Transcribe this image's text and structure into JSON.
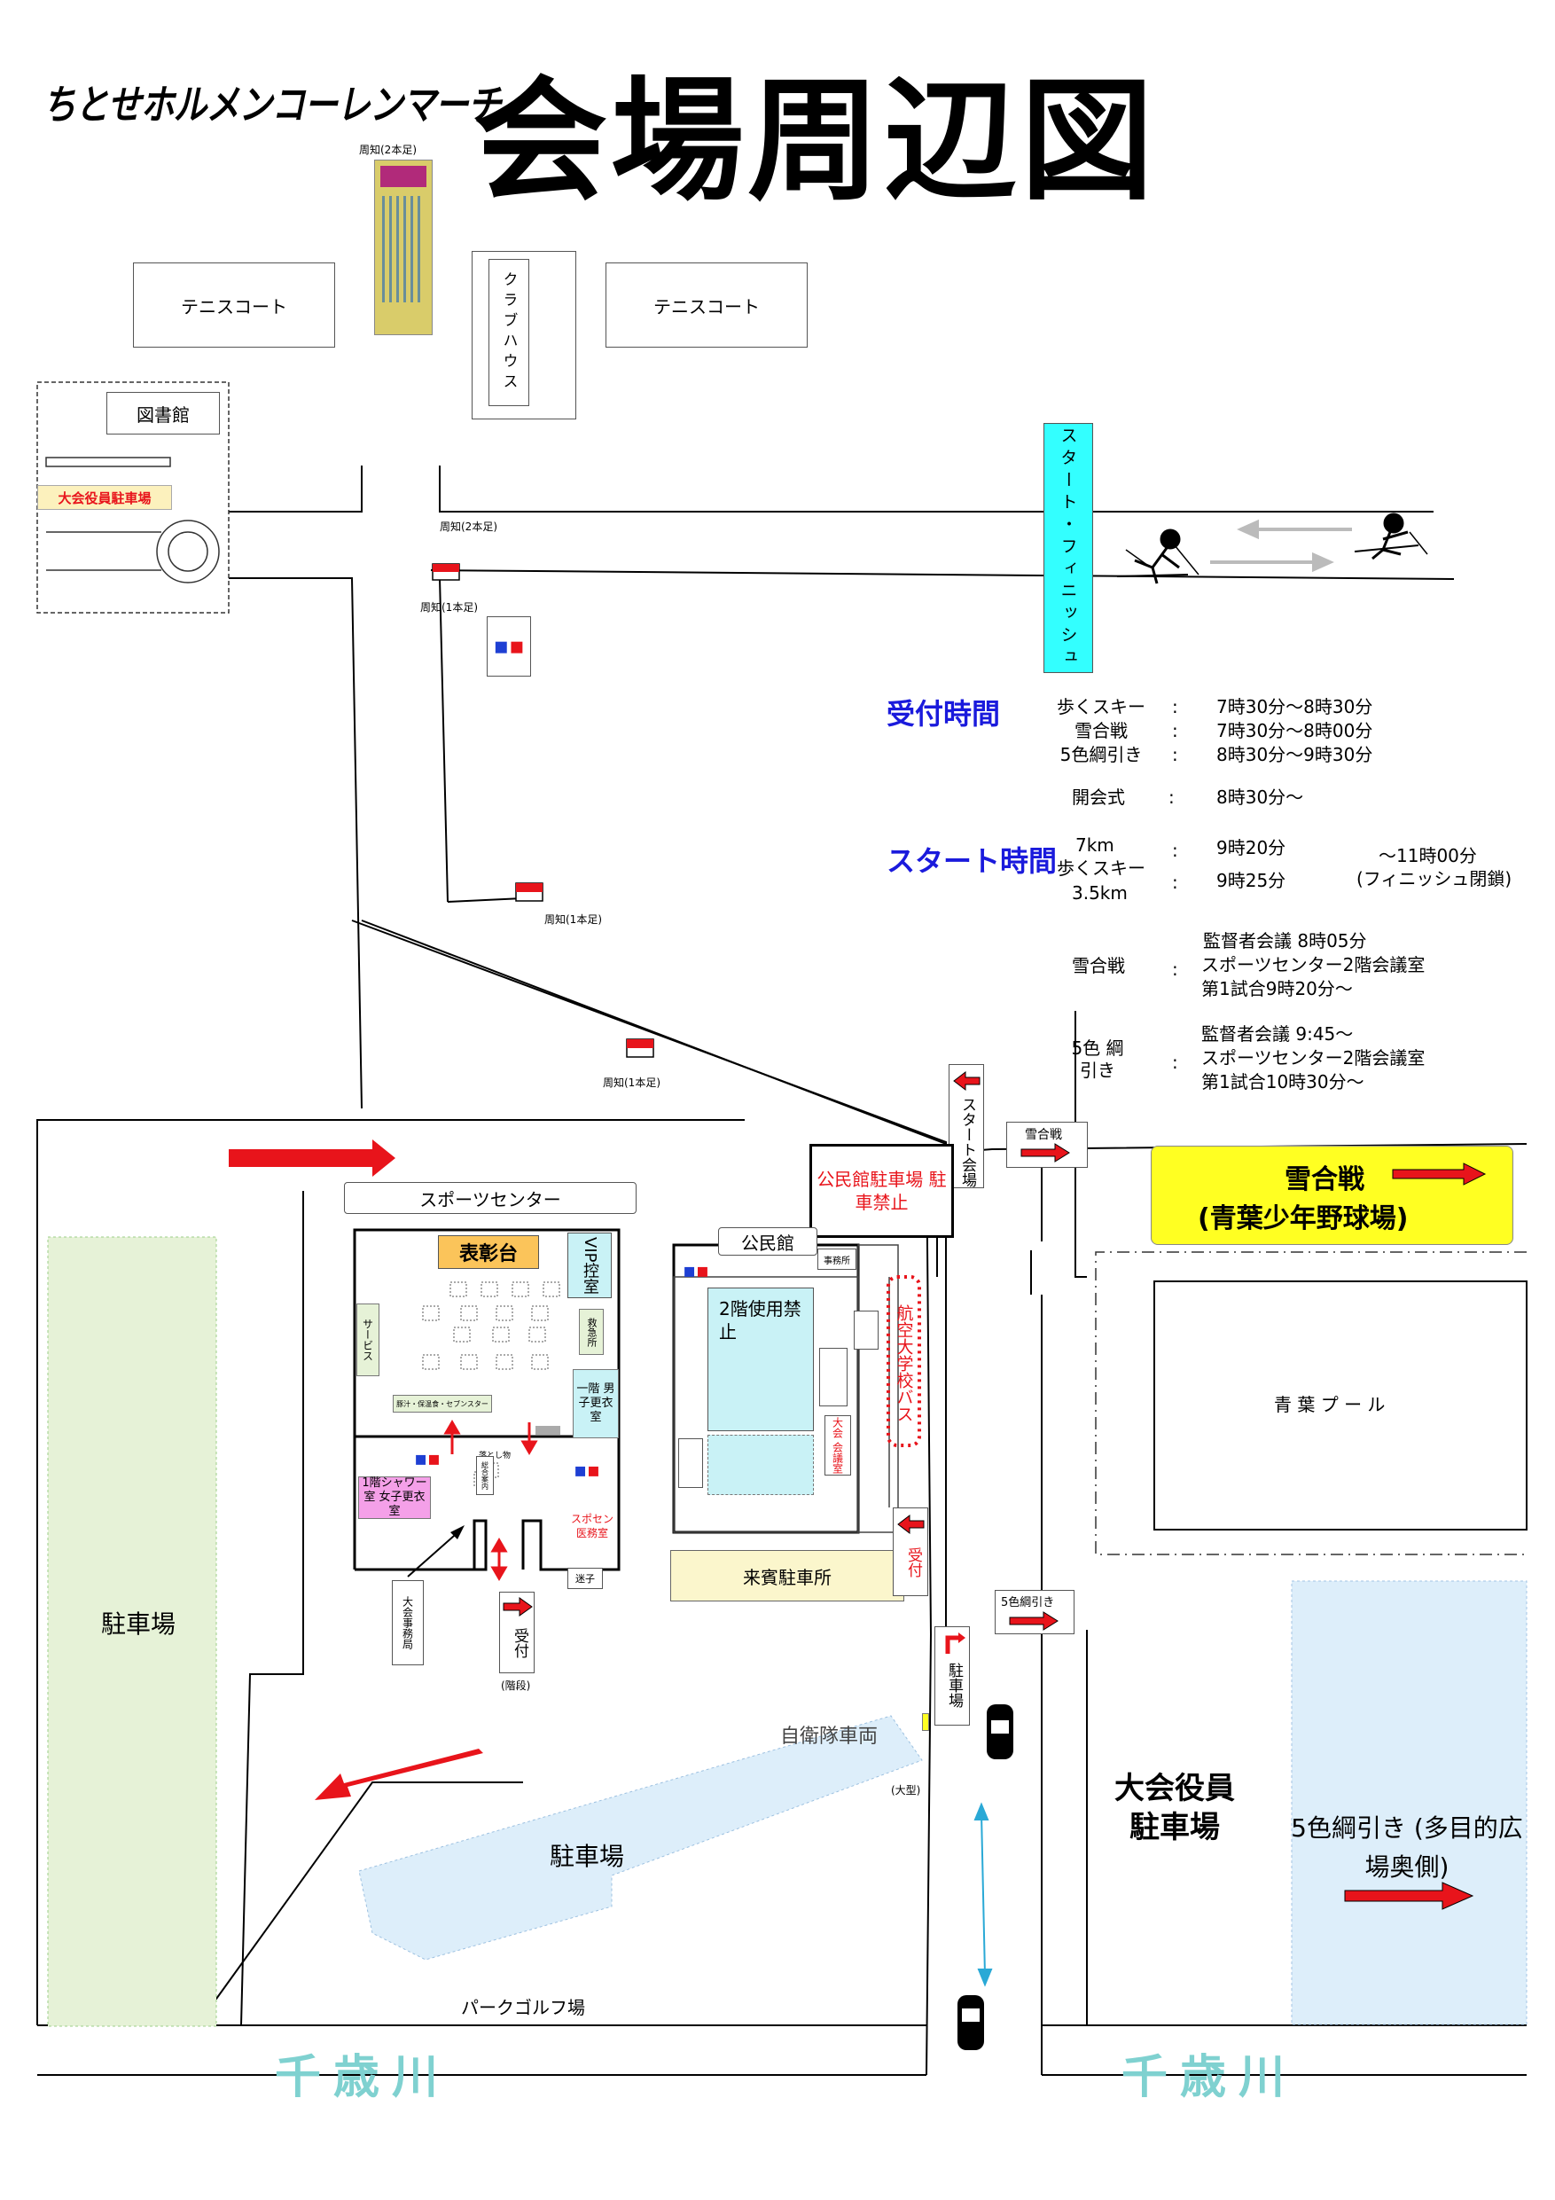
{
  "header": {
    "title": "会場周辺図",
    "subtitle": "ちとせホルメンコーレンマーチ"
  },
  "signs": {
    "notice_2": "周知(2本足)",
    "notice_1": "周知(1本足)"
  },
  "buildings": {
    "tennis_court": "テニスコート",
    "club_house": "クラブハウス",
    "library": "図書館",
    "officials_parking_small": "大会役員駐車場",
    "start_finish": "スタート・フィニッシュ",
    "sports_center": "スポーツセンター",
    "awards_stage": "表彰台",
    "vip_room": "VIP控室",
    "service": "サービス",
    "first_aid": "救急所",
    "food_corner": "豚汁・保温食・セブンスター",
    "men_locker": "一階 男子更衣室",
    "women_shower": "1階シャワー室 女子更衣室",
    "lost_found": "落とし物",
    "info": "総合案内",
    "sponsor_medical": "スポセン 医務室",
    "hq_office": "大会事務局",
    "reception": "受付",
    "stairs": "(階段)",
    "lost_child": "迷子",
    "community_hall": "公民館",
    "office": "事務所",
    "floor2_closed": "2階使用禁止",
    "conference": "大会 会議室",
    "hall_parking": "公民館駐車場 駐車禁止",
    "guest_parking": "来賓駐車所",
    "aviation_bus": "航空大学校バス",
    "start_venue": "スタート会場",
    "yukigassen_sign": "雪合戦",
    "tsunahiki_sign": "5色綱引き",
    "parking_sign": "駐車場",
    "pool": "青 葉 プ ー ル",
    "parking_left": "駐車場",
    "parking_bottom": "駐車場",
    "sdf_vehicle": "自衛隊車両",
    "large": "(大型)",
    "officials_parking": "大会役員 駐車場",
    "tsunahiki_area": "5色綱引き (多目的広場奥側)",
    "park_golf": "パークゴルフ場",
    "river": "千歳川"
  },
  "yukigassen_box": {
    "line1": "雪合戦",
    "line2": "(青葉少年野球場)"
  },
  "schedule": {
    "reception_heading": "受付時間",
    "start_heading": "スタート時間",
    "reception": [
      {
        "event": "歩くスキー",
        "time": "7時30分～8時30分"
      },
      {
        "event": "雪合戦",
        "time": "7時30分～8時00分"
      },
      {
        "event": "5色綱引き",
        "time": "8時30分～9時30分"
      }
    ],
    "opening": {
      "event": "開会式",
      "time": "8時30分～"
    },
    "start": [
      {
        "event": "7km",
        "time": "9時20分"
      },
      {
        "event": "3.5km",
        "time": "9時25分"
      }
    ],
    "walk_ski": "歩くスキー",
    "finish_close": "～11時00分",
    "finish_close_note": "(フィニッシュ閉鎖)",
    "yukigassen": {
      "event": "雪合戦",
      "lines": [
        "監督者会議 8時05分",
        "スポーツセンター2階会議室",
        "第1試合9時20分～"
      ]
    },
    "tsunahiki": {
      "event": "5色 綱引き",
      "lines": [
        "監督者会議 9:45～",
        "スポーツセンター2階会議室",
        "第1試合10時30分～"
      ]
    },
    "colon": ":"
  },
  "colors": {
    "arrow_red": "#e8141b",
    "start_finish_fill": "#33ffff",
    "parking_green": "#e6f2d7",
    "parking_blue": "#ddeefa",
    "light_blue_area": "#c9f2f6",
    "yukigassen_yellow": "#ffff22",
    "award_orange": "#fbc45a",
    "women_pink": "#f4a0e8",
    "guest_yellow": "#fbf6cc",
    "heading_blue": "#1a1adc",
    "river_teal": "#7fd1d0"
  }
}
